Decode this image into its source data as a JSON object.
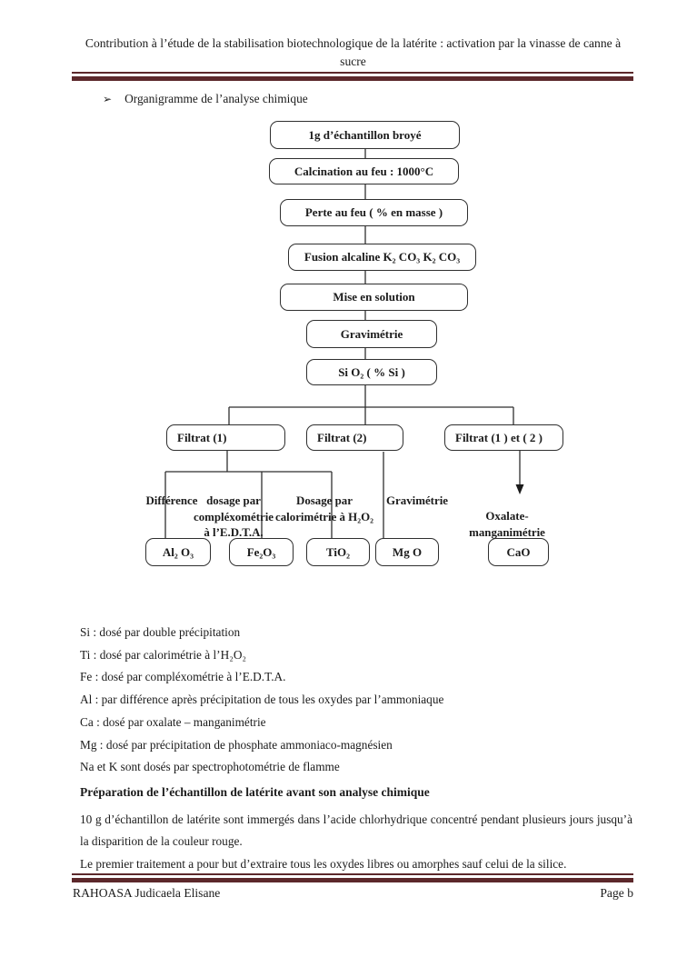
{
  "header": {
    "title": "Contribution à l’étude de la stabilisation biotechnologique de la latérite : activation par la vinasse de canne à sucre"
  },
  "section": {
    "bullet": "➢",
    "label": "Organigramme de l’analyse chimique"
  },
  "flowchart": {
    "main_boxes": [
      {
        "label": "1g d’échantillon broyé"
      },
      {
        "label": "Calcination au feu : 1000°C"
      },
      {
        "label": "Perte au feu  ( % en masse )"
      },
      {
        "label": "Fusion alcaline K₂ CO₃ K₂ CO₃"
      },
      {
        "label": "Mise en solution"
      },
      {
        "label": "Gravimétrie"
      },
      {
        "label": "Si O₂ ( % Si )"
      }
    ],
    "filtrat_boxes": [
      {
        "label": "Filtrat (1)"
      },
      {
        "label": "Filtrat (2)"
      },
      {
        "label": "Filtrat (1 ) et ( 2 )"
      }
    ],
    "method_labels": [
      {
        "label": "Différence"
      },
      {
        "label": "dosage par\ncompléxométrie\nà l’E.D.T.A."
      },
      {
        "label": "Dosage par\ncalorimétrie à H₂O₂"
      },
      {
        "label": "Gravimétrie"
      },
      {
        "label": "Oxalate-manganimétrie"
      }
    ],
    "result_boxes": [
      {
        "label": "Al₂ O₃"
      },
      {
        "label": "Fe₂O₃"
      },
      {
        "label": "TiO₂"
      },
      {
        "label": "Mg O"
      },
      {
        "label": "CaO"
      }
    ]
  },
  "notes": [
    "Si : dosé par double précipitation",
    "Ti : dosé par calorimétrie à l’H₂O₂",
    "Fe : dosé par compléxométrie à l’E.D.T.A.",
    "Al : par différence après précipitation de tous les oxydes par l’ammoniaque",
    "Ca : dosé par oxalate – manganimétrie",
    "Mg : dosé par précipitation de phosphate ammoniaco-magnésien",
    "Na et K sont dosés par spectrophotométrie de flamme"
  ],
  "subheading": "Préparation de l’échantillon de latérite avant son analyse chimique",
  "paragraphs": [
    "10 g d’échantillon de latérite sont immergés dans l’acide chlorhydrique concentré pendant plusieurs jours jusqu’à la disparition de la couleur rouge.",
    "Le premier traitement a pour but d’extraire tous les oxydes libres ou amorphes sauf celui de la silice."
  ],
  "footer": {
    "author": "RAHOASA Judicaela Elisane",
    "page_label": "Page b"
  },
  "colors": {
    "rule": "#5c282b",
    "connector": "#2f2f2f"
  }
}
